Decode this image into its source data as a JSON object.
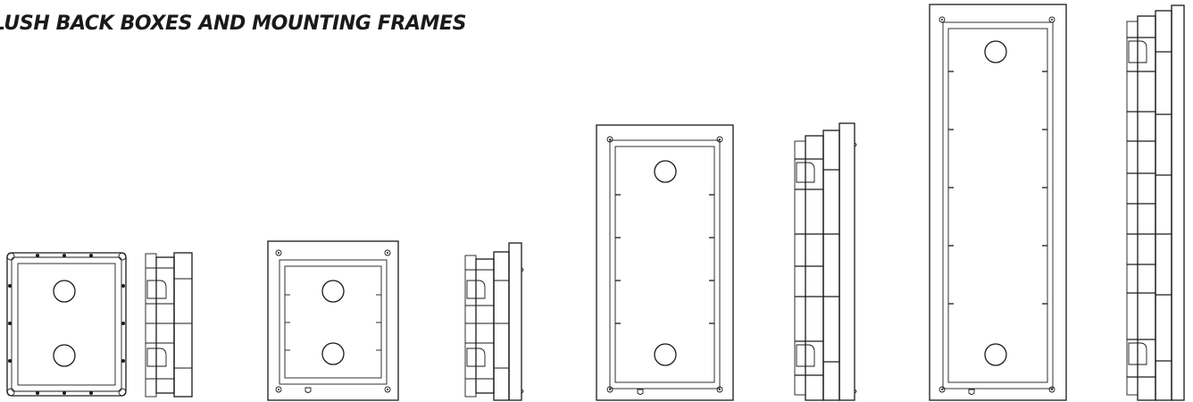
{
  "title": "LUSH BACK BOXES AND MOUNTING FRAMES",
  "colors": {
    "line": "#1a1a1a",
    "background": "#ffffff"
  },
  "items": [
    {
      "kind": "back-box-front",
      "modules": 2
    },
    {
      "kind": "back-box-side",
      "modules": 2
    },
    {
      "kind": "frame-front",
      "modules": 2
    },
    {
      "kind": "frame-side",
      "modules": 2
    },
    {
      "kind": "frame-front",
      "modules": 4
    },
    {
      "kind": "frame-side",
      "modules": 4
    },
    {
      "kind": "frame-front",
      "modules": 6
    },
    {
      "kind": "frame-side",
      "modules": 6
    }
  ]
}
